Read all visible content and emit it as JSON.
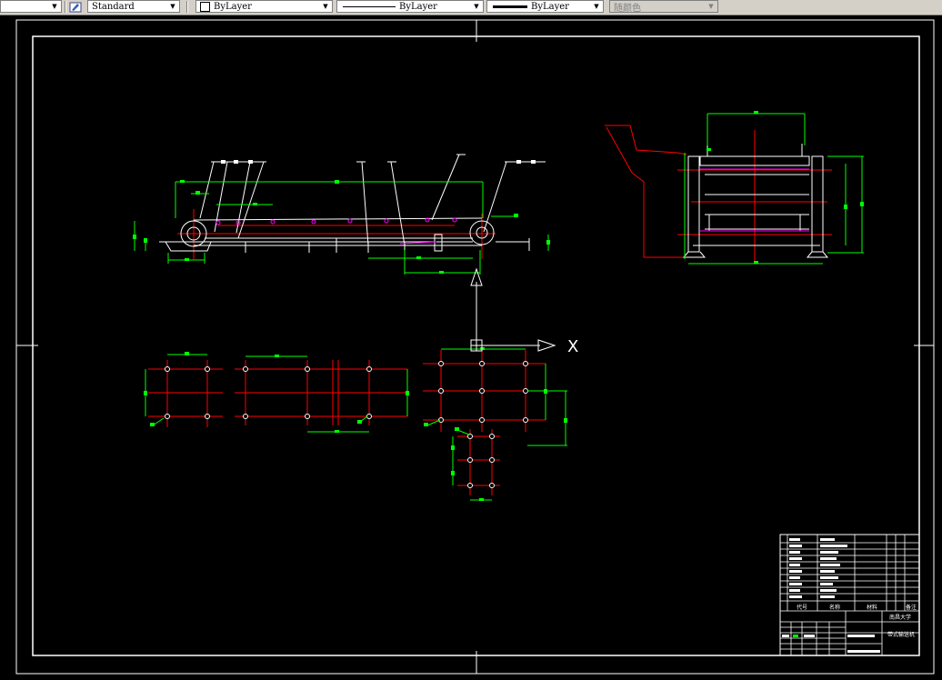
{
  "toolbar": {
    "textstyle": {
      "value": "Standard"
    },
    "layer": {
      "value": "ByLayer"
    },
    "linetype": {
      "value": "ByLayer"
    },
    "lineweight": {
      "value": "ByLayer"
    },
    "plotstyle": {
      "value": "随颜色"
    }
  },
  "drawing": {
    "ucs_x_label": "X",
    "title_block": {
      "school": "南昌大学",
      "drawing_title": "带式输送机",
      "col_code": "代号",
      "col_name": "名称",
      "col_material": "材料",
      "col_remark": "备注"
    }
  },
  "colors": {
    "background": "#000000",
    "geometry": "#ffffff",
    "dimension": "#00ff00",
    "centerline": "#ff0000",
    "accent": "#ff00ff"
  }
}
